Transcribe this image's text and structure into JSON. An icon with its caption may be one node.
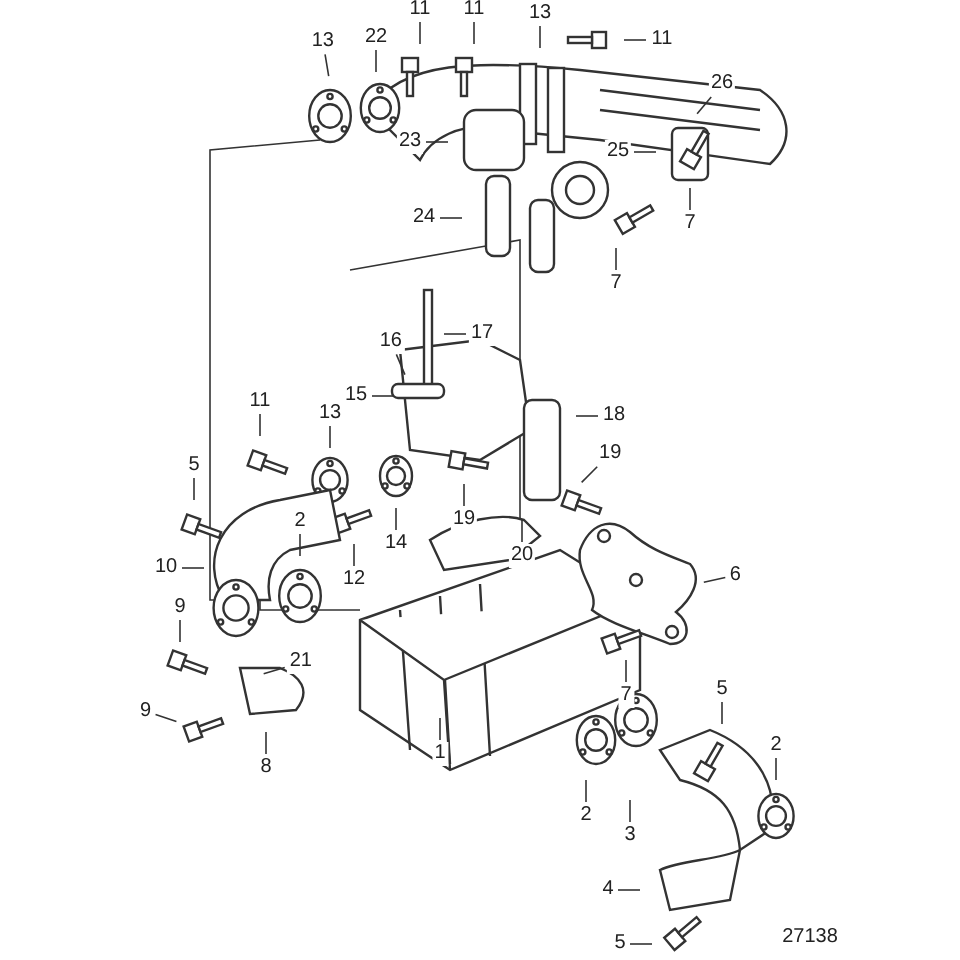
{
  "diagram": {
    "nodes": [
      {
        "text": [
          "11"
        ]
      },
      {
        "text": [
          "11"
        ]
      },
      {
        "text": [
          "13"
        ]
      },
      {
        "text": [
          "11"
        ]
      },
      {
        "text": [
          "22"
        ]
      },
      {
        "text": [
          "13"
        ]
      },
      {
        "text": [
          "26"
        ]
      },
      {
        "text": [
          "23"
        ]
      },
      {
        "text": [
          "25"
        ]
      },
      {
        "text": [
          "7"
        ]
      },
      {
        "text": [
          "24"
        ]
      },
      {
        "text": [
          "7"
        ]
      },
      {
        "text": [
          "17"
        ]
      },
      {
        "text": [
          "16"
        ]
      },
      {
        "text": [
          "15"
        ]
      },
      {
        "text": [
          "14"
        ]
      },
      {
        "text": [
          "13"
        ]
      },
      {
        "text": [
          "11"
        ]
      },
      {
        "text": [
          "18"
        ]
      },
      {
        "text": [
          "19"
        ]
      },
      {
        "text": [
          "5"
        ]
      },
      {
        "text": [
          "19"
        ]
      },
      {
        "text": [
          "12"
        ]
      },
      {
        "text": [
          "20"
        ]
      },
      {
        "text": [
          "2"
        ]
      },
      {
        "text": [
          "10"
        ]
      },
      {
        "text": [
          "6"
        ]
      },
      {
        "text": [
          "9"
        ]
      },
      {
        "text": [
          "21"
        ]
      },
      {
        "text": [
          "7"
        ]
      },
      {
        "text": [
          "9"
        ]
      },
      {
        "text": [
          "5"
        ]
      },
      {
        "text": [
          "8"
        ]
      },
      {
        "text": [
          "1"
        ]
      },
      {
        "text": [
          "2"
        ]
      },
      {
        "text": [
          "2"
        ]
      },
      {
        "text": [
          "3"
        ]
      },
      {
        "text": [
          "4"
        ]
      },
      {
        "text": [
          "5"
        ]
      }
    ],
    "edges": [
      {
        "from": 0,
        "to": null,
        "arrow": "none"
      },
      {
        "from": 1,
        "to": null,
        "arrow": "none"
      },
      {
        "from": 2,
        "to": null,
        "arrow": "none"
      },
      {
        "from": 3,
        "to": null,
        "arrow": "none"
      },
      {
        "from": 4,
        "to": null,
        "arrow": "none"
      },
      {
        "from": 5,
        "to": null,
        "arrow": "none"
      },
      {
        "from": 6,
        "to": null,
        "arrow": "none"
      },
      {
        "from": 7,
        "to": null,
        "arrow": "none"
      },
      {
        "from": 8,
        "to": null,
        "arrow": "none"
      },
      {
        "from": 9,
        "to": null,
        "arrow": "none"
      },
      {
        "from": 10,
        "to": null,
        "arrow": "none"
      },
      {
        "from": 11,
        "to": null,
        "arrow": "none"
      },
      {
        "from": 12,
        "to": null,
        "arrow": "none"
      },
      {
        "from": 13,
        "to": null,
        "arrow": "none"
      },
      {
        "from": 14,
        "to": null,
        "arrow": "none"
      },
      {
        "from": 15,
        "to": null,
        "arrow": "none"
      },
      {
        "from": 16,
        "to": null,
        "arrow": "none"
      },
      {
        "from": 17,
        "to": null,
        "arrow": "none"
      },
      {
        "from": 18,
        "to": null,
        "arrow": "none"
      },
      {
        "from": 19,
        "to": null,
        "arrow": "none"
      },
      {
        "from": 20,
        "to": null,
        "arrow": "none"
      },
      {
        "from": 21,
        "to": null,
        "arrow": "none"
      },
      {
        "from": 22,
        "to": null,
        "arrow": "none"
      },
      {
        "from": 23,
        "to": null,
        "arrow": "none"
      },
      {
        "from": 24,
        "to": null,
        "arrow": "none"
      },
      {
        "from": 25,
        "to": null,
        "arrow": "none"
      },
      {
        "from": 26,
        "to": null,
        "arrow": "none"
      },
      {
        "from": 27,
        "to": null,
        "arrow": "none"
      },
      {
        "from": 28,
        "to": null,
        "arrow": "none"
      },
      {
        "from": 29,
        "to": null,
        "arrow": "none"
      },
      {
        "from": 30,
        "to": null,
        "arrow": "none"
      },
      {
        "from": 31,
        "to": null,
        "arrow": "none"
      },
      {
        "from": 32,
        "to": null,
        "arrow": "none"
      },
      {
        "from": 33,
        "to": null,
        "arrow": "none"
      },
      {
        "from": 34,
        "to": null,
        "arrow": "none"
      },
      {
        "from": 35,
        "to": null,
        "arrow": "none"
      },
      {
        "from": 36,
        "to": null,
        "arrow": "none"
      },
      {
        "from": 37,
        "to": null,
        "arrow": "none"
      },
      {
        "from": 38,
        "to": null,
        "arrow": "none"
      }
    ],
    "labels": [
      "27138"
    ]
  }
}
